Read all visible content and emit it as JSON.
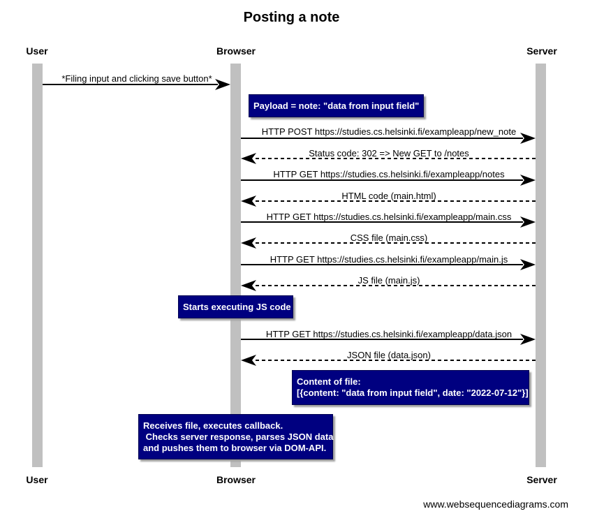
{
  "title": "Posting a note",
  "participants": [
    {
      "id": "user",
      "name": "User"
    },
    {
      "id": "browser",
      "name": "Browser"
    },
    {
      "id": "server",
      "name": "Server"
    }
  ],
  "messages": [
    {
      "from": "user",
      "to": "browser",
      "style": "solid",
      "label": "*Filing input and clicking save button*"
    },
    {
      "from": "browser",
      "to": "server",
      "style": "solid",
      "label": "HTTP POST https://studies.cs.helsinki.fi/exampleapp/new_note"
    },
    {
      "from": "server",
      "to": "browser",
      "style": "dashed",
      "label": "Status code: 302 => New GET to /notes"
    },
    {
      "from": "browser",
      "to": "server",
      "style": "solid",
      "label": "HTTP GET https://studies.cs.helsinki.fi/exampleapp/notes"
    },
    {
      "from": "server",
      "to": "browser",
      "style": "dashed",
      "label": "HTML code (main.html)"
    },
    {
      "from": "browser",
      "to": "server",
      "style": "solid",
      "label": "HTTP GET https://studies.cs.helsinki.fi/exampleapp/main.css"
    },
    {
      "from": "server",
      "to": "browser",
      "style": "dashed",
      "label": "CSS file (main.css)"
    },
    {
      "from": "browser",
      "to": "server",
      "style": "solid",
      "label": "HTTP GET https://studies.cs.helsinki.fi/exampleapp/main.js"
    },
    {
      "from": "server",
      "to": "browser",
      "style": "dashed",
      "label": "JS file (main.js)"
    },
    {
      "from": "browser",
      "to": "server",
      "style": "solid",
      "label": "HTTP GET https://studies.cs.helsinki.fi/exampleapp/data.json"
    },
    {
      "from": "server",
      "to": "browser",
      "style": "dashed",
      "label": "JSON file (data.json)"
    }
  ],
  "notes": [
    {
      "text": "Payload = note: \"data from input field\""
    },
    {
      "text": "Starts executing JS code"
    },
    {
      "text": "Content of file:\n[{content: \"data from input field\", date: \"2022-07-12\"}]"
    },
    {
      "text": "Receives file, executes callback.\n Checks server response, parses JSON data\nand pushes them to browser via DOM-API."
    }
  ],
  "footer": "www.websequencediagrams.com",
  "colors": {
    "lifeline": "#c0c0c0",
    "note_bg": "#000080",
    "note_text": "#ffffff",
    "arrow": "#000000"
  }
}
